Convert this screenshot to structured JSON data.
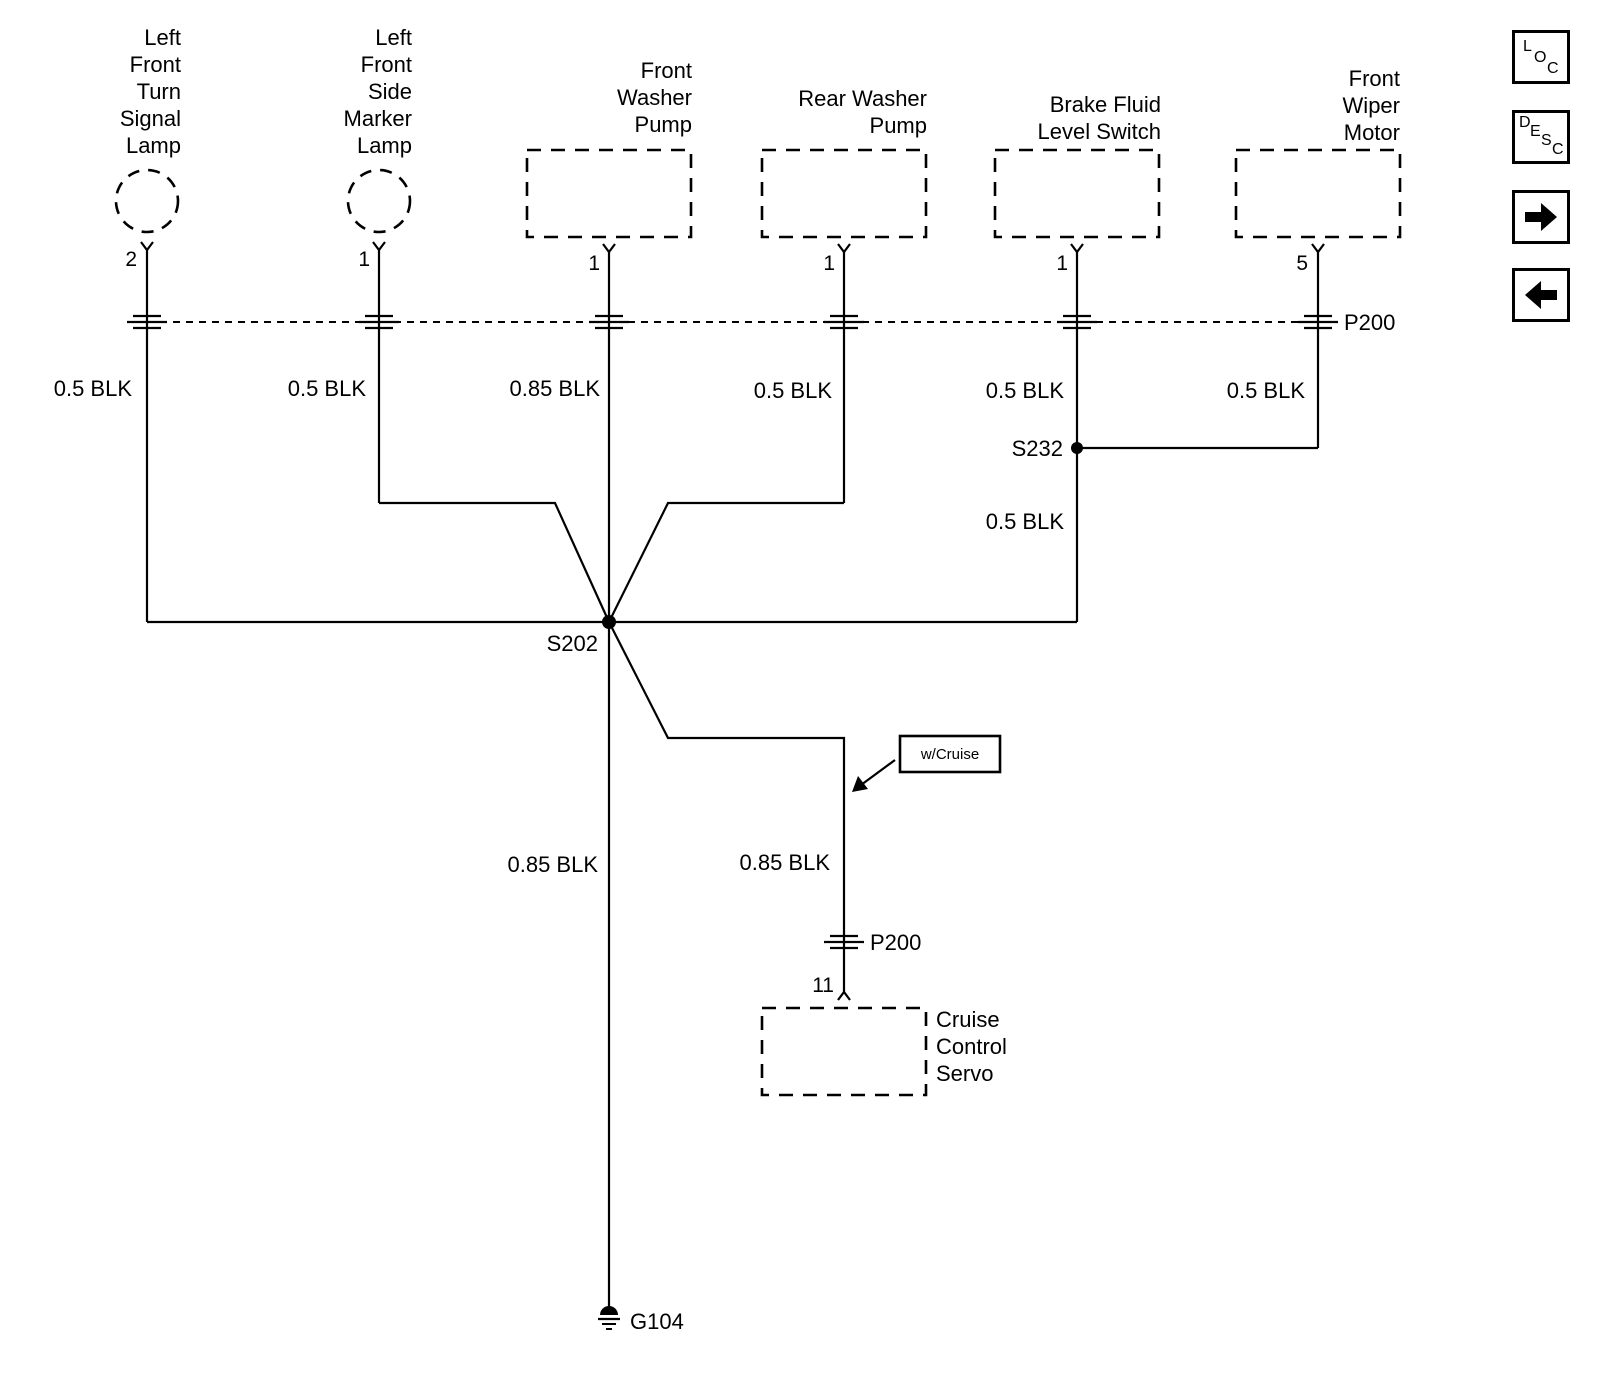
{
  "components": {
    "left_front_turn_signal_lamp": [
      "Left",
      "Front",
      "Turn",
      "Signal",
      "Lamp"
    ],
    "left_front_side_marker_lamp": [
      "Left",
      "Front",
      "Side",
      "Marker",
      "Lamp"
    ],
    "front_washer_pump": [
      "Front",
      "Washer",
      "Pump"
    ],
    "rear_washer_pump": [
      "Rear Washer",
      "Pump"
    ],
    "brake_fluid_level_switch": [
      "Brake Fluid",
      "Level Switch"
    ],
    "front_wiper_motor": [
      "Front",
      "Wiper",
      "Motor"
    ],
    "cruise_control_servo": [
      "Cruise",
      "Control",
      "Servo"
    ]
  },
  "pins": {
    "turn_signal": "2",
    "side_marker": "1",
    "front_washer": "1",
    "rear_washer": "1",
    "brake_fluid": "1",
    "wiper_motor": "5",
    "cruise_servo": "11"
  },
  "connectors": {
    "top": "P200",
    "cruise": "P200"
  },
  "wires": {
    "turn_signal": "0.5 BLK",
    "side_marker": "0.5 BLK",
    "front_washer": "0.85 BLK",
    "rear_washer": "0.5 BLK",
    "brake_fluid": "0.5 BLK",
    "wiper_motor": "0.5 BLK",
    "s232_to_s202": "0.5 BLK",
    "ground": "0.85 BLK",
    "cruise": "0.85 BLK"
  },
  "splices": {
    "s232": "S232",
    "s202": "S202"
  },
  "ground": "G104",
  "option_note": "w/Cruise",
  "nav_buttons": {
    "loc": [
      "L",
      "O",
      "C"
    ],
    "desc": [
      "D",
      "E",
      "S",
      "C"
    ],
    "forward_icon": "right-arrow",
    "back_icon": "left-arrow"
  }
}
